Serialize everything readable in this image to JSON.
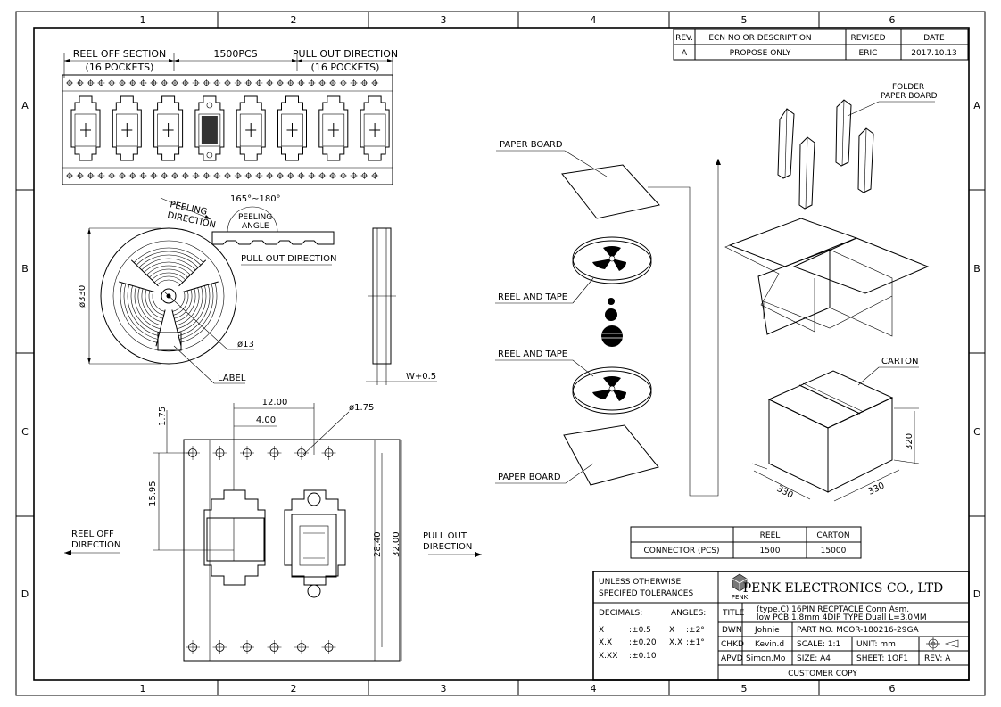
{
  "grid": {
    "columns": [
      "1",
      "2",
      "3",
      "4",
      "5",
      "6"
    ],
    "rows": [
      "A",
      "B",
      "C",
      "D"
    ]
  },
  "revision_table": {
    "headers": [
      "REV.",
      "ECN NO OR DESCRIPTION",
      "REVISED",
      "DATE"
    ],
    "row": [
      "A",
      "PROPOSE ONLY",
      "ERIC",
      "2017.10.13"
    ]
  },
  "tape_view": {
    "reel_off_section": "REEL OFF SECTION",
    "reel_off_pockets": "(16 POCKETS)",
    "count": "1500PCS",
    "pull_out_direction": "PULL OUT DIRECTION",
    "pull_out_pockets": "(16 POCKETS)"
  },
  "reel_view": {
    "peeling_direction": "PEELING DIRECTION",
    "angle": "165°~180°",
    "peeling_angle": "PEELING ANGLE",
    "pull_out_direction": "PULL OUT DIRECTION",
    "diameter": "ø330",
    "hub": "ø13",
    "label": "LABEL",
    "width": "W+0.5"
  },
  "pocket_view": {
    "dim_12": "12.00",
    "dim_4": "4.00",
    "hole": "ø1.75",
    "dim_175": "1.75",
    "dim_1595": "15.95",
    "dim_2840": "28.40",
    "dim_32": "32.00",
    "reel_off_direction": "REEL OFF DIRECTION",
    "pull_out_direction": "PULL OUT DIRECTION"
  },
  "packaging_view": {
    "paper_board_top": "PAPER BOARD",
    "reel_and_tape_1": "REEL AND TAPE",
    "reel_and_tape_2": "REEL AND TAPE",
    "paper_board_bottom": "PAPER BOARD",
    "folder_paper_board": "FOLDER PAPER BOARD",
    "carton": "CARTON",
    "dim_330_a": "330",
    "dim_330_b": "330",
    "dim_320": "320"
  },
  "quantity_table": {
    "headers": [
      "",
      "REEL",
      "CARTON"
    ],
    "row": [
      "CONNECTOR (PCS)",
      "1500",
      "15000"
    ]
  },
  "title_block": {
    "tolerance_header": "UNLESS OTHERWISE SPECIFED TOLERANCES",
    "decimals": "DECIMALS:",
    "angles": "ANGLES:",
    "tol_rows": [
      {
        "k": "X",
        "v": ":±0.5",
        "ak": "X",
        "av": ":±2°"
      },
      {
        "k": "X.X",
        "v": ":±0.20",
        "ak": "X.X",
        "av": ":±1°"
      },
      {
        "k": "X.XX",
        "v": ":±0.10",
        "ak": "",
        "av": ""
      }
    ],
    "logo_text": "PENK",
    "company": "PENK ELECTRONICS CO., LTD",
    "title_label": "TITLE",
    "title_text": "(type.C) 16PIN RECPTACLE Conn Asm.",
    "title_text_2": "low PCB 1.8mm 4DIP TYPE Duall L=3.0MM",
    "dwn_label": "DWN",
    "dwn_name": "Johnie",
    "part_no": "PART NO. MCOR-180216-29GA",
    "chkd_label": "CHKD",
    "chkd_name": "Kevin.d",
    "scale": "SCALE: 1:1",
    "unit": "UNIT:    mm",
    "apvd_label": "APVD",
    "apvd_name": "Simon.Mo",
    "size": "SIZE:  A4",
    "sheet": "SHEET: 1OF1",
    "rev": "REV:  A",
    "customer_copy": "CUSTOMER COPY"
  }
}
